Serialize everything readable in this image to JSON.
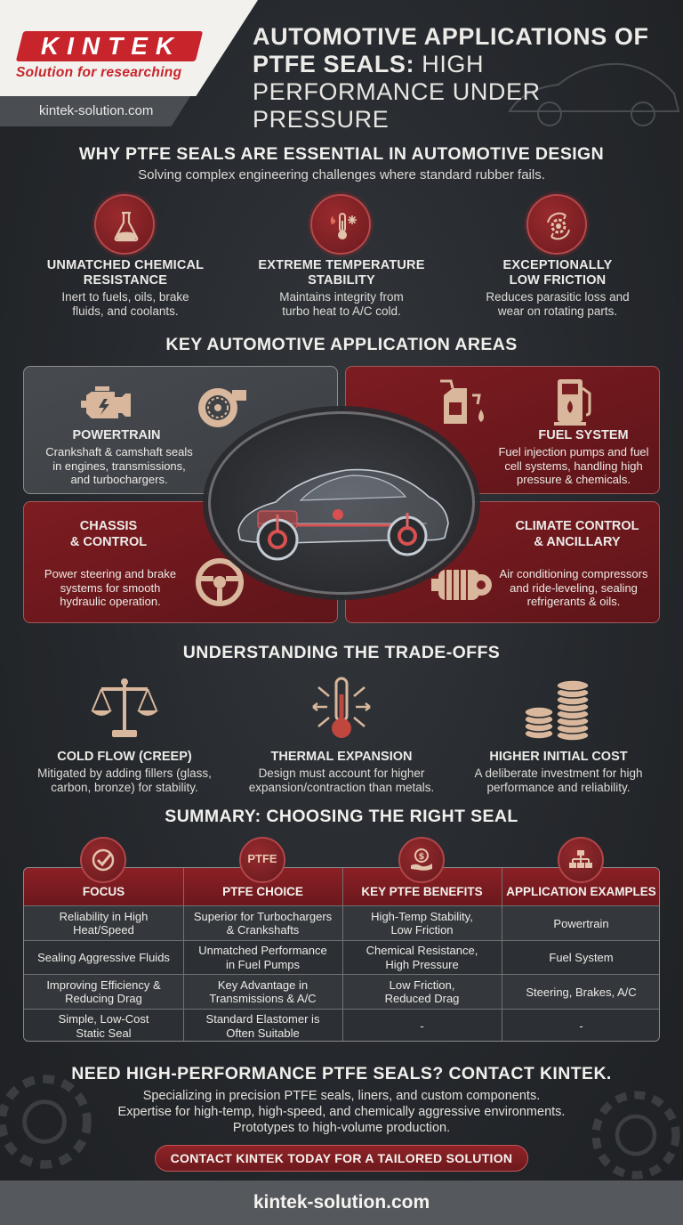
{
  "brand": {
    "logo": "KINTEK",
    "tagline": "Solution for researching",
    "website": "kintek-solution.com"
  },
  "title": {
    "bold": "AUTOMOTIVE APPLICATIONS OF PTFE SEALS:",
    "light": "HIGH PERFORMANCE UNDER PRESSURE"
  },
  "why": {
    "heading": "WHY PTFE SEALS ARE ESSENTIAL IN AUTOMOTIVE DESIGN",
    "subheading": "Solving complex engineering challenges where standard rubber fails.",
    "items": [
      {
        "icon": "flask-icon",
        "title_1": "UNMATCHED CHEMICAL",
        "title_2": "RESISTANCE",
        "desc_1": "Inert to fuels, oils, brake",
        "desc_2": "fluids, and coolants."
      },
      {
        "icon": "thermometer-flame-snowflake-icon",
        "title_1": "EXTREME TEMPERATURE",
        "title_2": "STABILITY",
        "desc_1": "Maintains integrity from",
        "desc_2": "turbo heat to A/C cold."
      },
      {
        "icon": "gear-cycle-icon",
        "title_1": "EXCEPTIONALLY",
        "title_2": "LOW FRICTION",
        "desc_1": "Reduces parasitic loss and",
        "desc_2": "wear on rotating parts."
      }
    ]
  },
  "applications": {
    "heading": "KEY AUTOMOTIVE APPLICATION AREAS",
    "powertrain": {
      "title": "POWERTRAIN",
      "desc_1": "Crankshaft & camshaft seals",
      "desc_2": "in engines, transmissions,",
      "desc_3": "and turbochargers."
    },
    "fuel": {
      "title": "FUEL SYSTEM",
      "desc_1": "Fuel injection pumps and fuel",
      "desc_2": "cell systems, handling high",
      "desc_3": "pressure & chemicals."
    },
    "chassis": {
      "title_1": "CHASSIS",
      "title_2": "& CONTROL",
      "desc_1": "Power steering and brake",
      "desc_2": "systems for smooth",
      "desc_3": "hydraulic operation."
    },
    "climate": {
      "title_1": "CLIMATE CONTROL",
      "title_2": "& ANCILLARY",
      "desc_1": "Air conditioning compressors",
      "desc_2": "and ride-leveling, sealing",
      "desc_3": "refrigerants & oils."
    }
  },
  "tradeoffs": {
    "heading": "UNDERSTANDING THE TRADE-OFFS",
    "items": [
      {
        "icon": "scales-icon",
        "title": "COLD FLOW (CREEP)",
        "desc_1": "Mitigated by adding fillers (glass,",
        "desc_2": "carbon, bronze) for stability."
      },
      {
        "icon": "thermometer-arrows-icon",
        "title": "THERMAL EXPANSION",
        "desc_1": "Design must account for higher",
        "desc_2": "expansion/contraction than metals."
      },
      {
        "icon": "coin-stack-icon",
        "title": "HIGHER INITIAL COST",
        "desc_1": "A deliberate investment for high",
        "desc_2": "performance and reliability."
      }
    ]
  },
  "summary": {
    "heading": "SUMMARY: CHOOSING THE RIGHT SEAL",
    "ptfe_icon_label": "PTFE",
    "columns": [
      "FOCUS",
      "PTFE CHOICE",
      "KEY PTFE BENEFITS",
      "APPLICATION EXAMPLES"
    ],
    "rows": [
      {
        "focus_1": "Reliability in High",
        "focus_2": "Heat/Speed",
        "choice_1": "Superior for Turbochargers",
        "choice_2": "& Crankshafts",
        "benefit_1": "High-Temp Stability,",
        "benefit_2": "Low Friction",
        "example": "Powertrain"
      },
      {
        "focus_1": "Sealing Aggressive Fluids",
        "focus_2": "",
        "choice_1": "Unmatched Performance",
        "choice_2": "in Fuel Pumps",
        "benefit_1": "Chemical Resistance,",
        "benefit_2": "High Pressure",
        "example": "Fuel System"
      },
      {
        "focus_1": "Improving Efficiency &",
        "focus_2": "Reducing Drag",
        "choice_1": "Key Advantage in",
        "choice_2": "Transmissions & A/C",
        "benefit_1": "Low Friction,",
        "benefit_2": "Reduced Drag",
        "example": "Steering, Brakes, A/C"
      },
      {
        "focus_1": "Simple, Low-Cost",
        "focus_2": "Static Seal",
        "choice_1": "Standard Elastomer is",
        "choice_2": "Often Suitable",
        "benefit_1": "-",
        "benefit_2": "",
        "example": "-"
      }
    ]
  },
  "contact": {
    "heading": "NEED HIGH-PERFORMANCE PTFE SEALS? CONTACT KINTEK.",
    "line_1": "Specializing in precision PTFE seals, liners, and custom components.",
    "line_2": "Expertise for high-temp, high-speed, and chemically aggressive environments.",
    "line_3": "Prototypes to high-volume production.",
    "cta": "CONTACT KINTEK TODAY FOR A TAILORED SOLUTION"
  },
  "footer": {
    "website": "kintek-solution.com"
  },
  "colors": {
    "accent_red": "#8a2025",
    "background": "#25282c",
    "icon_tan": "#d9b79c"
  }
}
